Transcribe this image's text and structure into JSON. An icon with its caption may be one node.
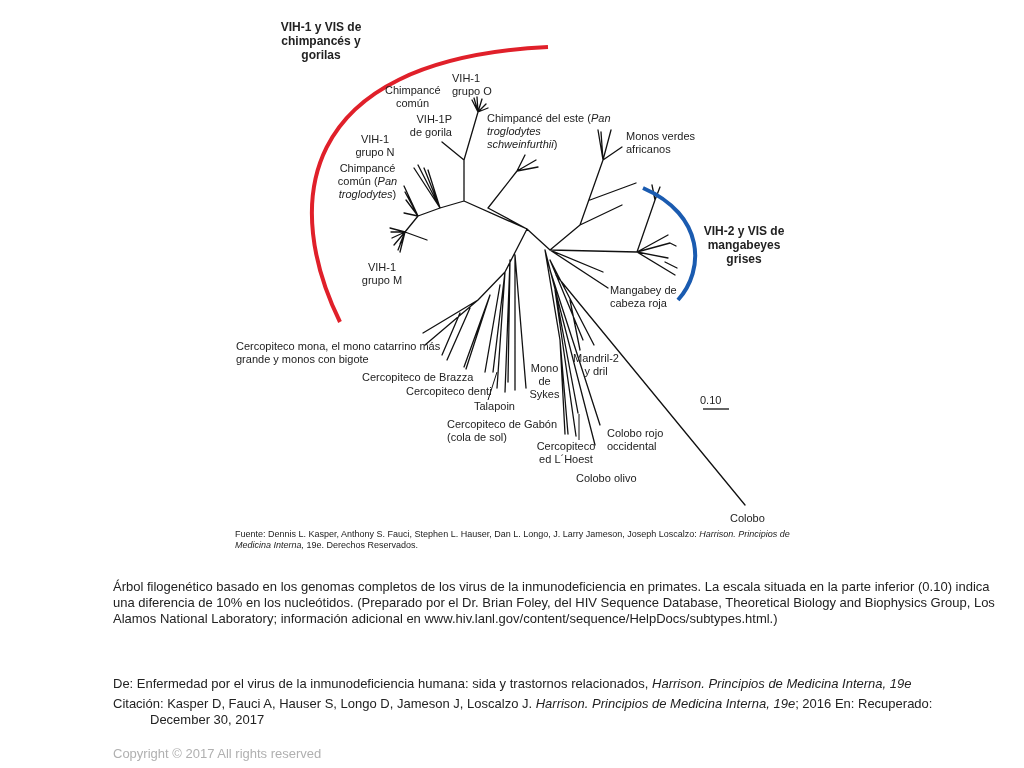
{
  "diagram": {
    "caption": "Árbol filogenético basado en los genomas completos de los virus de la inmunodeficiencia en primates. La escala situada en la parte inferior (0.10) indica una diferencia de 10% en los nucleótidos. (Preparado por el Dr. Brian Foley, del HIV Sequence Database, Theoretical Biology and Biophysics Group, Los Alamos National Laboratory; información adicional en www.hiv.lanl.gov/content/sequence/HelpDocs/subtypes.html.)",
    "nodes": [
      {
        "text": [
          "Talapoin"
        ]
      },
      {
        "text": [
          "Cercopiteco ed L´Hoest"
        ]
      }
    ],
    "edges": [
      {
        "from": 0,
        "to": null,
        "arrow": "none"
      },
      {
        "from": 1,
        "to": null,
        "arrow": "none"
      }
    ],
    "labels": [
      "VIH-1 y VIS de chimpancés y gorilas",
      "Chimpancé común",
      "VIH-1 grupo O",
      "VIH-1P de gorila",
      "Chimpancé del este (*Pan troglodytes schweinfurthii*)",
      "VIH-1 grupo N",
      "Monos verdes africanos",
      "Chimpancé común (*Pan troglodytes*)",
      "VIH-2 y VIS de mangabeyes grises",
      "VIH-1 grupo M",
      "Mangabey de cabeza roja",
      "Cercopiteco mona, el mono catarrino más grande y monos con bigote",
      "Cercopiteco de Brazza",
      "Mandril-2 y dril",
      "Mono de Sykes",
      "Cercopiteco denti",
      "0.10",
      "Cercopiteco de Gabón (cola de sol)",
      "Colobo rojo occidental",
      "Colobo olivo",
      "Colobo",
      "Fuente: Dennis L. Kasper, Anthony S. Fauci, Stephen L. Hauser, Dan L. Longo, J. Larry Jameson, Joseph Loscalzo: *Harrison. Principios de Medicina Interna,* 19e. Derechos Reservados.",
      "De: Enfermedad por el virus de la inmunodeficiencia humana: sida y trastornos relacionados, *Harrison. Principios de Medicina Interna, 19e*",
      "Citación: Kasper D, Fauci A, Hauser S, Longo D, Jameson J, Loscalzo J. *Harrison. Principios de Medicina Interna, 19e*; 2016 En: Recuperado: December 30, 2017",
      "Copyright © 2017 All rights reserved"
    ]
  }
}
